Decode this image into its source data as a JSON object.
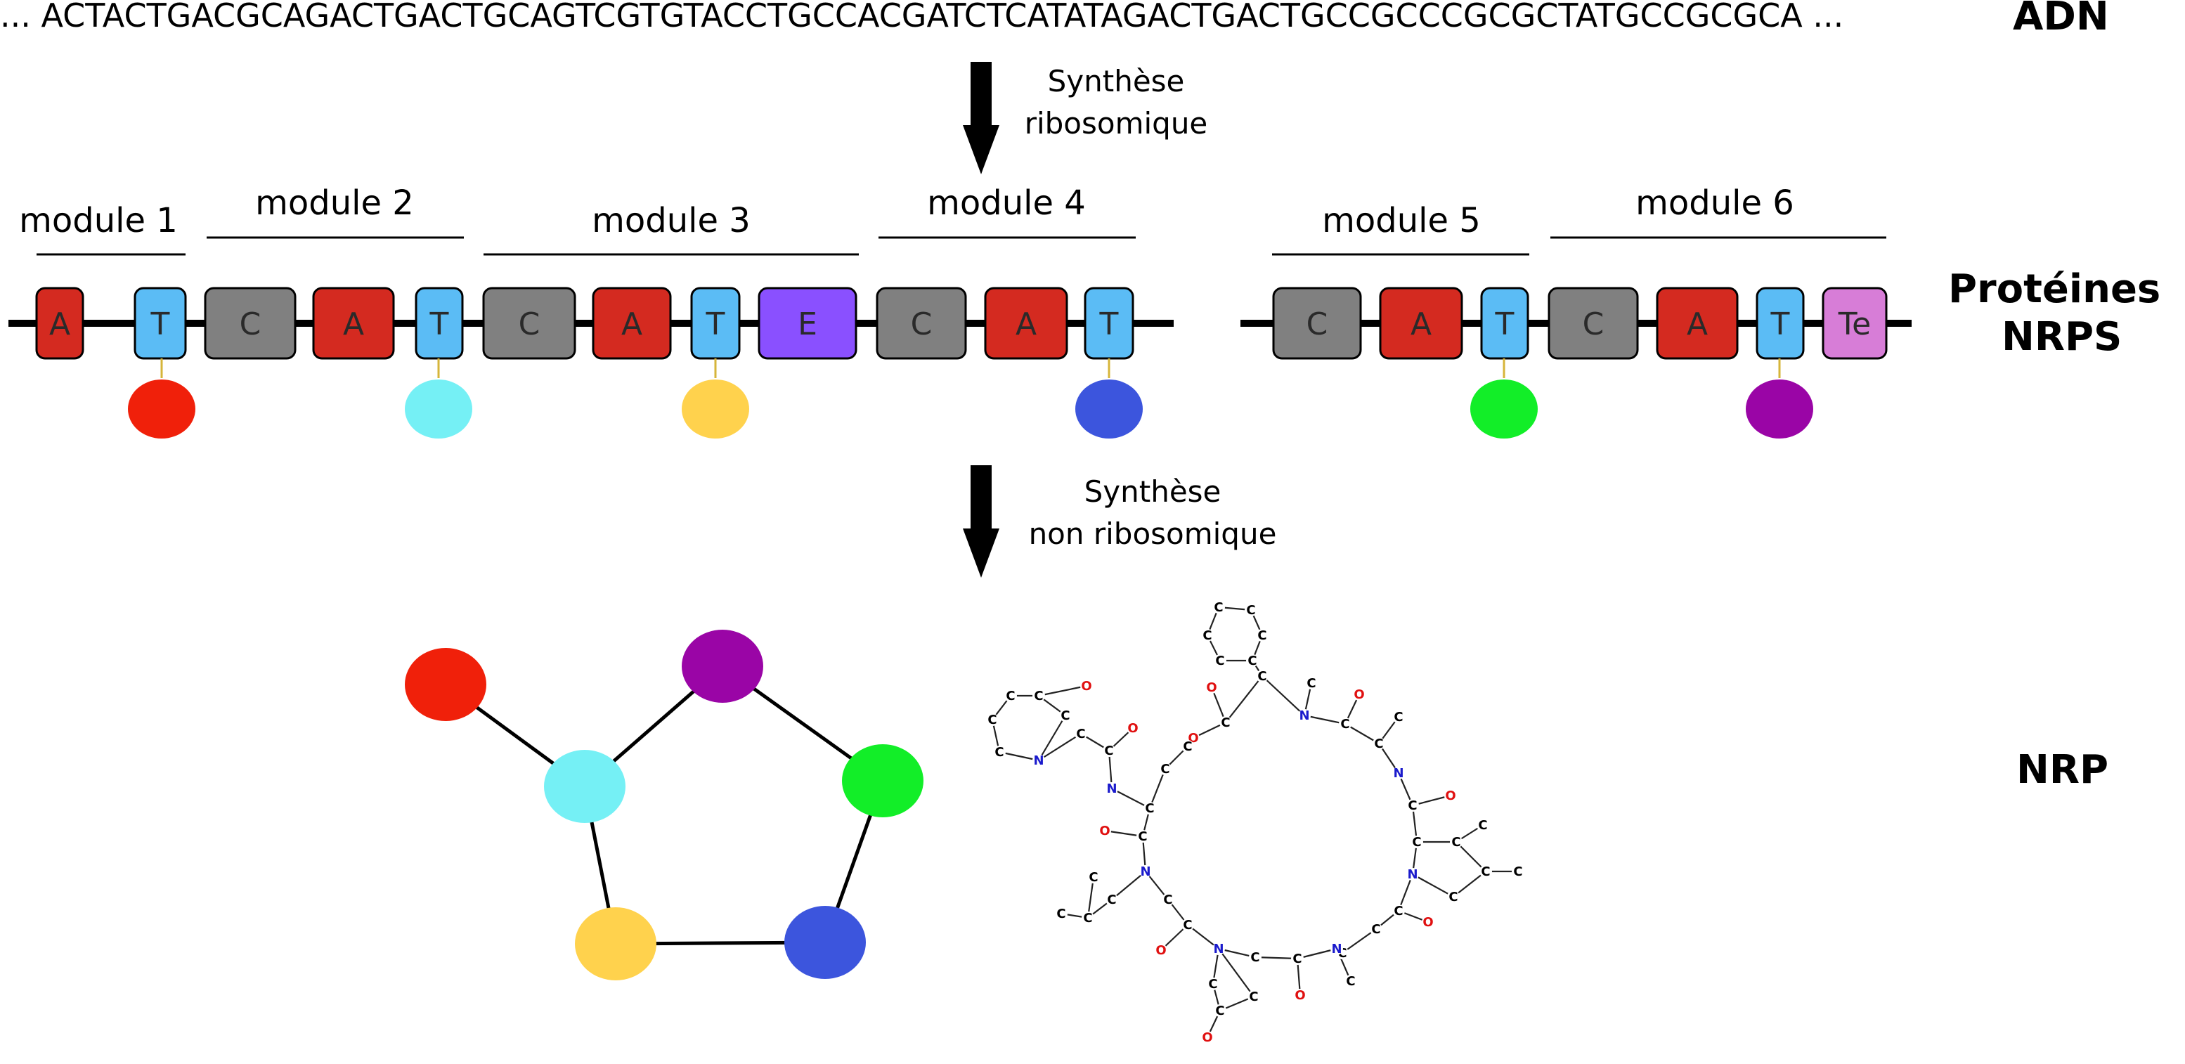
{
  "dna": {
    "sequence": "... ACTACTGACGCAGACTGACTGCAGTCGTGTACCTGCCACGATCTCATATAGACTGACTGCCGCCCGCGCTATGCCGCGCA ...",
    "label": "ADN"
  },
  "step1": {
    "line1": "Synthèse",
    "line2": "ribosomique"
  },
  "step2": {
    "line1": "Synthèse",
    "line2": "non ribosomique"
  },
  "proteins": {
    "label_line1": "Protéines",
    "label_line2": "NRPS",
    "modules": [
      "module 1",
      "module 2",
      "module 3",
      "module 4",
      "module 5",
      "module 6"
    ],
    "domain_colors": {
      "A": "#d42a20",
      "T": "#5bbcf5",
      "C": "#808080",
      "E": "#8a50ff",
      "Te": "#d77dd7"
    },
    "chains": [
      {
        "domains": [
          "A",
          "T",
          "C",
          "A",
          "T",
          "C",
          "A",
          "T",
          "E",
          "C",
          "A",
          "T"
        ]
      },
      {
        "domains": [
          "C",
          "A",
          "T",
          "C",
          "A",
          "T",
          "Te"
        ]
      }
    ],
    "monomer_colors": [
      "#f0200a",
      "#75f0f5",
      "#ffd24d",
      "#3c55dd",
      "#12ee28",
      "#9a05a6"
    ]
  },
  "nrp": {
    "label": "NRP",
    "graph_nodes": [
      "#f0200a",
      "#75f0f5",
      "#9a05a6",
      "#12ee28",
      "#3c55dd",
      "#ffd24d"
    ],
    "graph_edges": [
      [
        0,
        1
      ],
      [
        1,
        2
      ],
      [
        2,
        3
      ],
      [
        3,
        4
      ],
      [
        4,
        5
      ],
      [
        5,
        1
      ]
    ],
    "atom_colors": {
      "C": "#000000",
      "N": "#1a1acc",
      "O": "#e01010"
    }
  }
}
